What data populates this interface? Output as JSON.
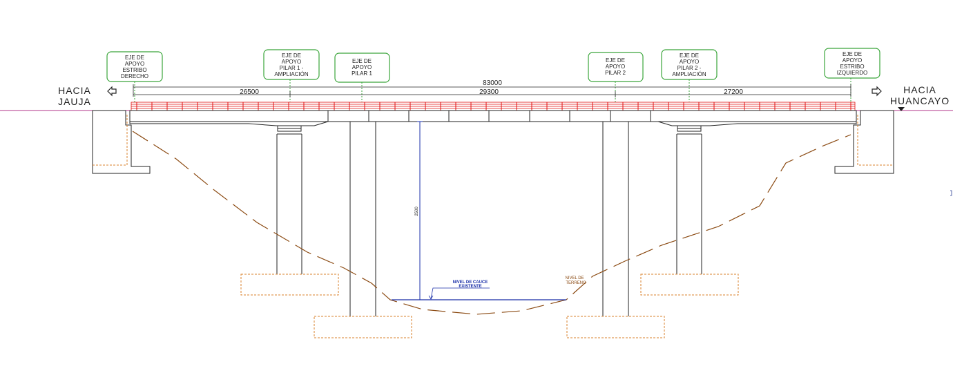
{
  "directions": {
    "left": {
      "line1": "HACIA",
      "line2": "JAUJA"
    },
    "right": {
      "line1": "HACIA",
      "line2": "HUANCAYO"
    }
  },
  "dimensions": {
    "total": "83000",
    "span1": "26500",
    "span2": "29300",
    "span3": "27200",
    "clearance": "2500"
  },
  "support_labels": {
    "abutment_right_bank": [
      "EJE DE",
      "APOYO",
      "ESTRIBO",
      "DERECHO"
    ],
    "pier1_extension": [
      "EJE DE",
      "APOYO",
      "PILAR 1 -",
      "AMPLIACIÓN"
    ],
    "pier1": [
      "EJE DE",
      "APOYO",
      "PILAR 1"
    ],
    "pier2": [
      "EJE DE",
      "APOYO",
      "PILAR 2"
    ],
    "pier2_extension": [
      "EJE DE",
      "APOYO",
      "PILAR 2 -",
      "AMPLIACIÓN"
    ],
    "abutment_left_bank": [
      "EJE DE",
      "APOYO",
      "ESTRIBO",
      "IZQUIERDO"
    ]
  },
  "annotations": {
    "riverbed": [
      "NIVEL DE CAUCE",
      "EXISTENTE"
    ],
    "terrain": [
      "NIVEL DE",
      "TERRENO"
    ]
  },
  "colors": {
    "line": "#222222",
    "railing": "#e01010",
    "label_box": "#3aa53a",
    "footing": "#d9822b",
    "terrain": "#8b4a12",
    "water": "#1a2fa8",
    "road_level": "#b0338a"
  }
}
